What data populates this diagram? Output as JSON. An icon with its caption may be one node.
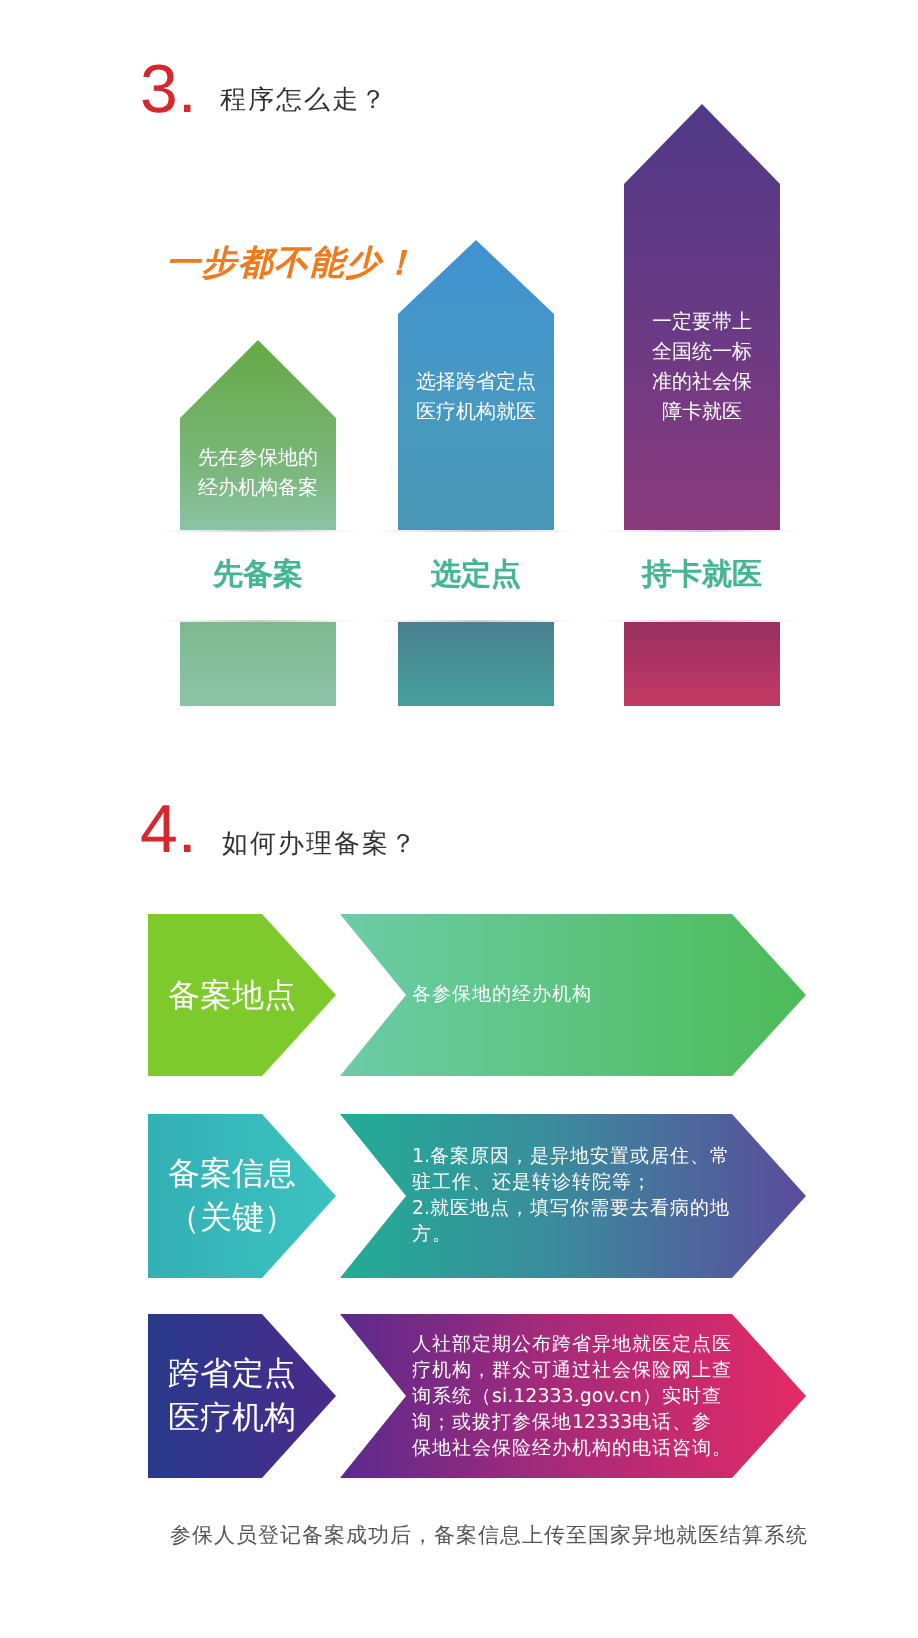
{
  "diagram": {
    "caption": "参保人员登记备案成功后，备案信息上传至国家异地就医结算系统",
    "nodes": [
      {
        "text": [
          "先在参保地的经办机构备案"
        ],
        "beside": [
          "先备案"
        ]
      },
      {
        "text": [
          "选择跨省定点医疗机构就医"
        ],
        "beside": [
          "选定点"
        ]
      },
      {
        "text": [
          "一定要带上全国统一标准的社会保障卡就医"
        ],
        "beside": [
          "持卡就医"
        ]
      },
      {
        "text": [],
        "shape": "box"
      },
      {
        "text": [],
        "shape": "box"
      },
      {
        "text": [],
        "shape": "box"
      },
      {
        "text": [
          "备案地点"
        ]
      },
      {
        "text": [
          "各参保地的经办机构"
        ]
      },
      {
        "text": [
          "备案信息（关键）"
        ]
      },
      {
        "text": [
          "1.备案原因，是异地安置或居住、常驻工作、还是转诊转院等；",
          "2.就医地点，填写你需要去看病的地方。"
        ]
      },
      {
        "text": [
          "跨省定点医疗机构"
        ]
      },
      {
        "text": [
          "人社部定期公布跨省异地就医定点医疗机构，群众可通过社会保险网上查询系统（si.12333.gov.cn）实时查询；或拨打参保地12333电话、参保地社会保险经办机构的电话咨询。"
        ]
      }
    ],
    "labels": [
      "3.",
      "程序怎么走？",
      "一步都不能少！",
      "4.",
      "如何办理备案？"
    ]
  }
}
